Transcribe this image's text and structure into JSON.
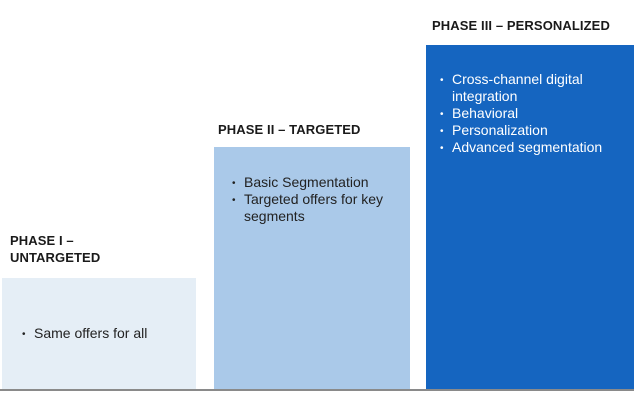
{
  "colors": {
    "phase1_fill": "#e5eef6",
    "phase2_fill": "#aac9e9",
    "phase3_fill": "#1565c0",
    "baseline": "#8a8a8a",
    "title_text": "#1a1a1a"
  },
  "phases": [
    {
      "title_line1": "PHASE I –",
      "title_line2": "UNTARGETED",
      "bullets": [
        "Same offers for all"
      ]
    },
    {
      "title_line1": "PHASE II – TARGETED",
      "bullets": [
        "Basic Segmentation",
        "Targeted offers for key segments"
      ]
    },
    {
      "title_line1": "PHASE III – PERSONALIZED",
      "bullets": [
        "Cross-channel digital integration",
        "Behavioral",
        "Personalization",
        "Advanced segmentation"
      ]
    }
  ]
}
